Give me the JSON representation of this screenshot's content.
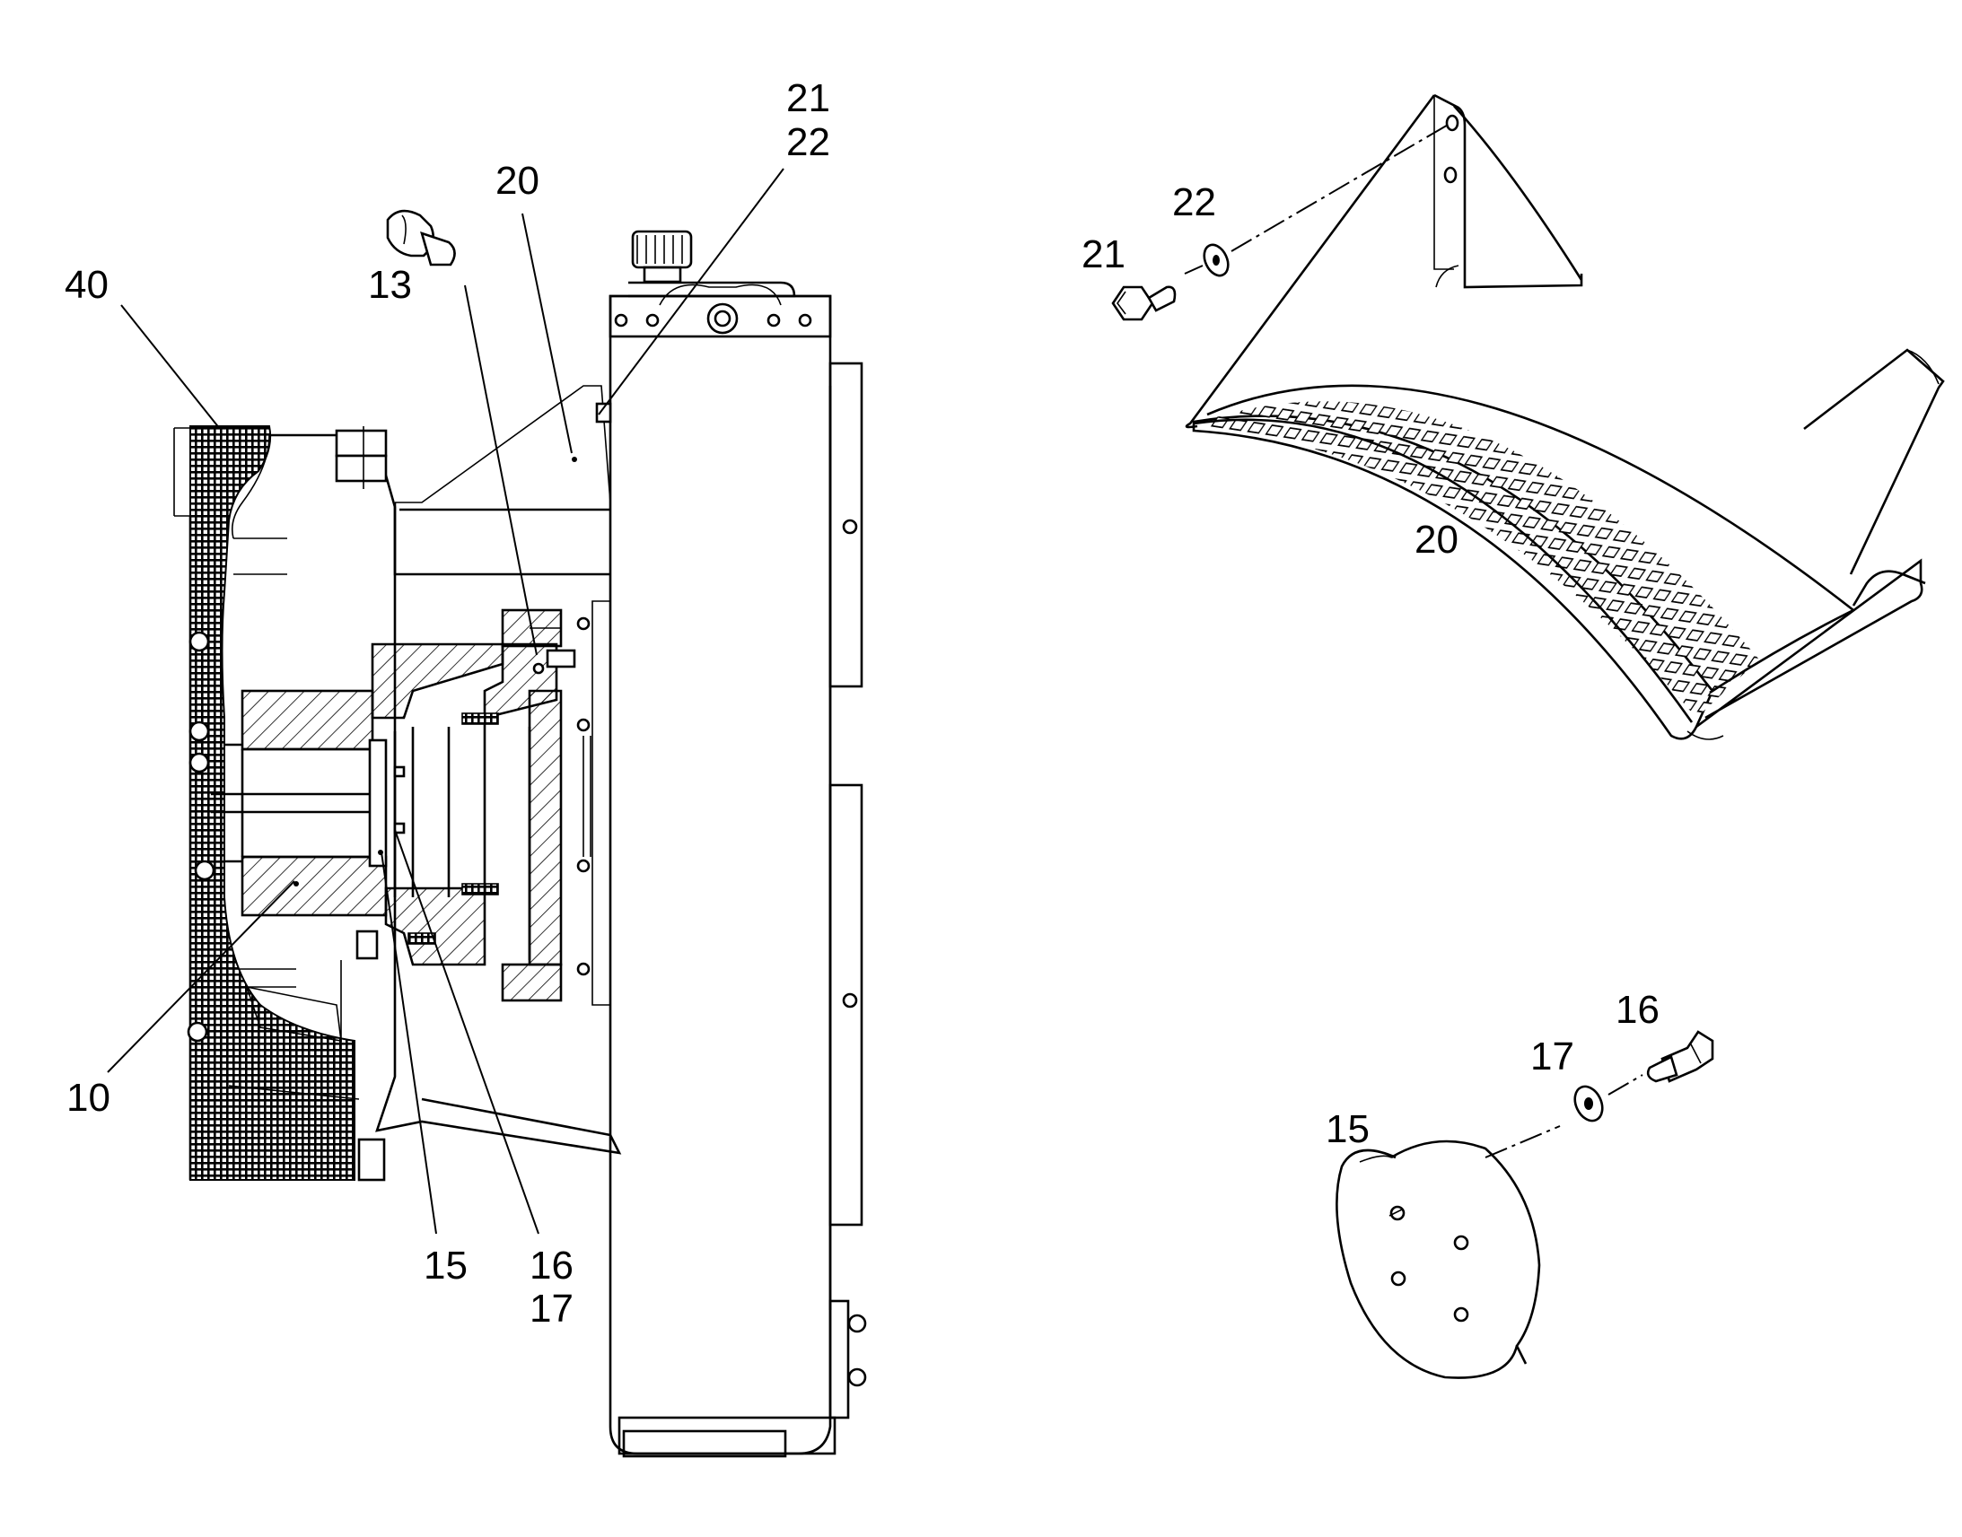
{
  "callouts": {
    "c40": "40",
    "c13": "13",
    "c20_left": "20",
    "c21_left": "21",
    "c22_left": "22",
    "c10": "10",
    "c15_left": "15",
    "c16_left": "16",
    "c17_left": "17",
    "c22_right": "22",
    "c21_right": "21",
    "c20_right": "20",
    "c16_right": "16",
    "c17_right": "17",
    "c15_right": "15"
  },
  "colors": {
    "line": "#000000",
    "background": "#ffffff"
  }
}
